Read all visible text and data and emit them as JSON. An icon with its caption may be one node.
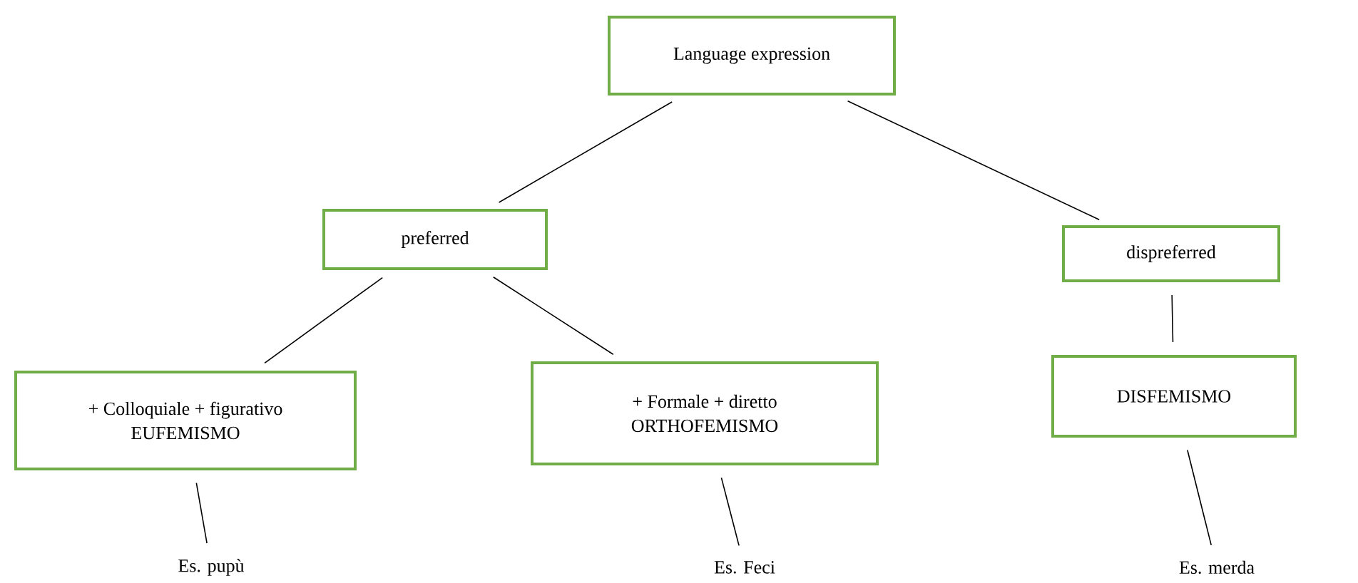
{
  "diagram": {
    "nodes": [
      {
        "text": [
          "Language expression"
        ]
      },
      {
        "text": [
          "preferred"
        ]
      },
      {
        "text": [
          "dispreferred"
        ]
      },
      {
        "text": [
          "+ Colloquiale + figurativo",
          "EUFEMISMO"
        ]
      },
      {
        "text": [
          "+ Formale + diretto",
          "ORTHOFEMISMO"
        ]
      },
      {
        "text": [
          "DISFEMISMO"
        ]
      },
      {
        "text": [
          "Es. pupù"
        ]
      },
      {
        "text": [
          "Es. Feci"
        ]
      },
      {
        "text": [
          "Es. merda"
        ]
      }
    ],
    "edges": [
      {
        "from": 0,
        "to": 1,
        "arrow": "none"
      },
      {
        "from": 0,
        "to": 2,
        "arrow": "none"
      },
      {
        "from": 1,
        "to": 3,
        "arrow": "none"
      },
      {
        "from": 1,
        "to": 4,
        "arrow": "none"
      },
      {
        "from": 2,
        "to": 5,
        "arrow": "none"
      },
      {
        "from": 3,
        "to": 6,
        "arrow": "none"
      },
      {
        "from": 4,
        "to": 7,
        "arrow": "none"
      },
      {
        "from": 5,
        "to": 8,
        "arrow": "none"
      }
    ]
  }
}
